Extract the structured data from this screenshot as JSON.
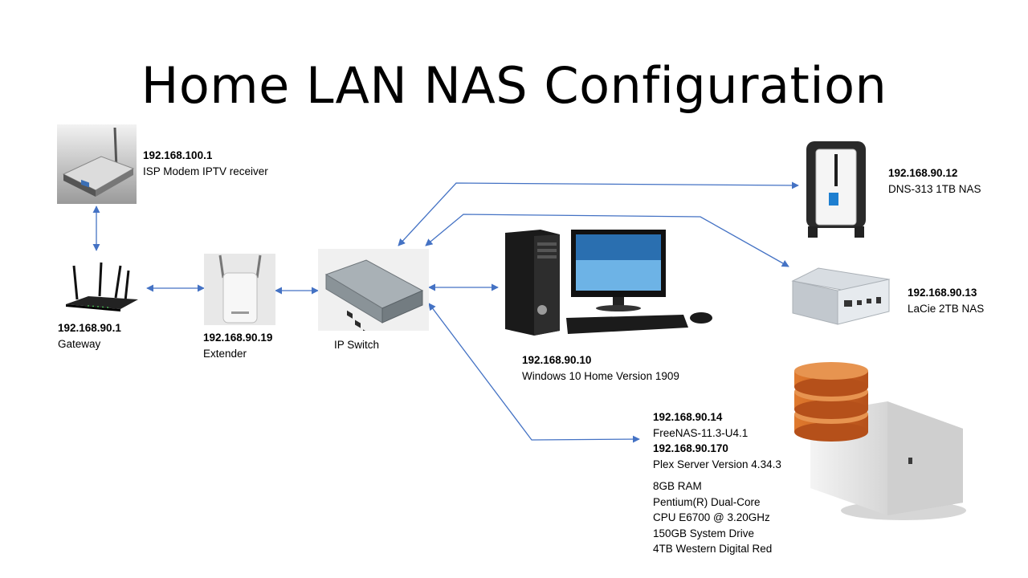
{
  "title": "Home LAN NAS Configuration",
  "colors": {
    "connector": "#4472C4",
    "nas_orange": "#D4641C",
    "text": "#000000"
  },
  "devices": {
    "modem": {
      "icon": "modem-icon",
      "ip": "192.168.100.1",
      "desc": "ISP Modem  IPTV receiver"
    },
    "gateway": {
      "icon": "router-icon",
      "ip": "192.168.90.1",
      "desc": "Gateway"
    },
    "extender": {
      "icon": "extender-icon",
      "ip": "192.168.90.19",
      "desc": "Extender"
    },
    "switch": {
      "icon": "switch-icon",
      "desc": "IP Switch"
    },
    "pc": {
      "icon": "desktop-pc-icon",
      "ip": "192.168.90.10",
      "desc": "Windows 10 Home Version 1909"
    },
    "dns_nas": {
      "icon": "nas-icon",
      "ip": "192.168.90.12",
      "desc": "DNS-313 1TB NAS"
    },
    "lacie_nas": {
      "icon": "nas-box-icon",
      "ip": "192.168.90.13",
      "desc": "LaCie 2TB NAS"
    },
    "freenas": {
      "icon": "database-server-icon",
      "ip": "192.168.90.14",
      "desc": "FreeNAS-11.3-U4.1",
      "ip2": "192.168.90.170",
      "desc2": "Plex Server  Version 4.34.3",
      "specs": [
        "8GB RAM",
        "Pentium(R) Dual-Core",
        "CPU E6700 @ 3.20GHz",
        "150GB System Drive",
        "4TB Western Digital Red"
      ]
    }
  }
}
